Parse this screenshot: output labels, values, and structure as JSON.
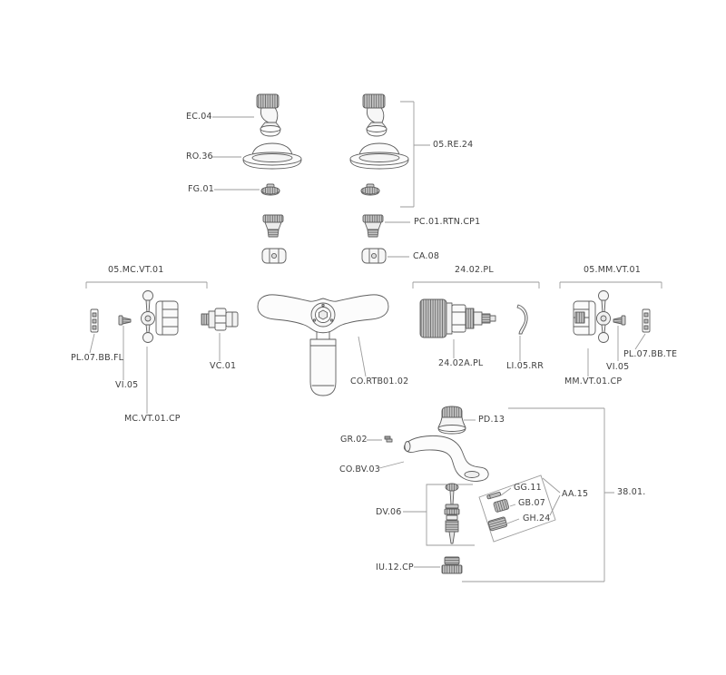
{
  "diagram": {
    "type": "exploded-parts-diagram",
    "background": "#ffffff",
    "line_color": "#9b9b9b",
    "part_stroke_color": "#5e5e5e",
    "text_color": "#3f3f3f",
    "labels": {
      "ec04": "EC.04",
      "ro36": "RO.36",
      "fg01": "FG.01",
      "re24": "05.RE.24",
      "pc01": "PC.01.RTN.CP1",
      "ca08": "CA.08",
      "mcvt01": "05.MC.VT.01",
      "pl07bbfl": "PL.07.BB.FL",
      "vi05_left": "VI.05",
      "mcvt01cp": "MC.VT.01.CP",
      "vc01": "VC.01",
      "cortb0102": "CO.RTB01.02",
      "pl2402": "24.02.PL",
      "apl2402": "24.02A.PL",
      "li05rr": "LI.05.RR",
      "mmvt01": "05.MM.VT.01",
      "pl07bbte": "PL.07.BB.TE",
      "vi05_right": "VI.05",
      "mmvt01cp": "MM.VT.01.CP",
      "pd13": "PD.13",
      "gr02": "GR.02",
      "cobv03": "CO.BV.03",
      "dv06": "DV.06",
      "gg11": "GG.11",
      "gb07": "GB.07",
      "gh24": "GH.24",
      "aa15": "AA.15",
      "n3801": "38.01.",
      "iu12cp": "IU.12.CP"
    }
  }
}
